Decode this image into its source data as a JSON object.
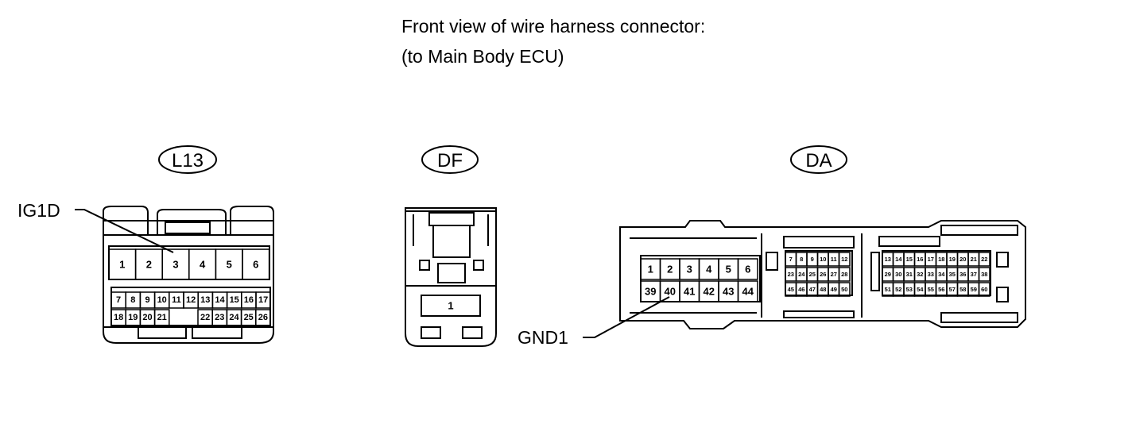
{
  "title": {
    "line1": "Front view of wire harness connector:",
    "line2": "(to Main Body ECU)"
  },
  "connectors": {
    "l13": {
      "tag": "L13",
      "top_pins": [
        "1",
        "2",
        "3",
        "4",
        "5",
        "6"
      ],
      "mid_pins": [
        "7",
        "8",
        "9",
        "10",
        "11",
        "12",
        "13",
        "14",
        "15",
        "16",
        "17"
      ],
      "bottom_left_pins": [
        "18",
        "19",
        "20",
        "21"
      ],
      "bottom_right_pins": [
        "22",
        "23",
        "24",
        "25",
        "26"
      ]
    },
    "df": {
      "tag": "DF",
      "pins": [
        "1"
      ]
    },
    "da": {
      "tag": "DA",
      "left_row1": [
        "1",
        "2",
        "3",
        "4",
        "5",
        "6"
      ],
      "left_row2": [
        "39",
        "40",
        "41",
        "42",
        "43",
        "44"
      ],
      "mid_row1": [
        "7",
        "8",
        "9",
        "10",
        "11",
        "12"
      ],
      "mid_row2": [
        "23",
        "24",
        "25",
        "26",
        "27",
        "28"
      ],
      "mid_row3": [
        "45",
        "46",
        "47",
        "48",
        "49",
        "50"
      ],
      "right_row1": [
        "13",
        "14",
        "15",
        "16",
        "17",
        "18",
        "19",
        "20",
        "21",
        "22"
      ],
      "right_row2": [
        "29",
        "30",
        "31",
        "32",
        "33",
        "34",
        "35",
        "36",
        "37",
        "38"
      ],
      "right_row3": [
        "51",
        "52",
        "53",
        "54",
        "55",
        "56",
        "57",
        "58",
        "59",
        "60"
      ]
    }
  },
  "callouts": {
    "ig1d": "IG1D",
    "gnd1": "GND1"
  }
}
